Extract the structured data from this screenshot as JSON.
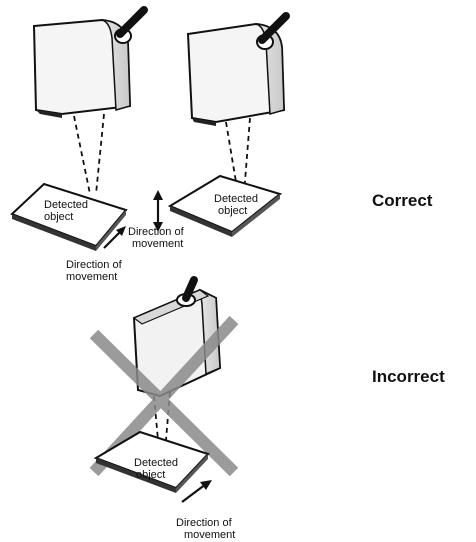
{
  "labels": {
    "detected_object": [
      "Detected",
      "object"
    ],
    "direction": [
      "Direction of",
      "movement"
    ],
    "correct": "Correct",
    "incorrect": "Incorrect"
  },
  "colors": {
    "line": "#111111",
    "sensor_face": "#f4f4f4",
    "sensor_side": "#dcdcdc",
    "cross": "#8a8a8a"
  }
}
